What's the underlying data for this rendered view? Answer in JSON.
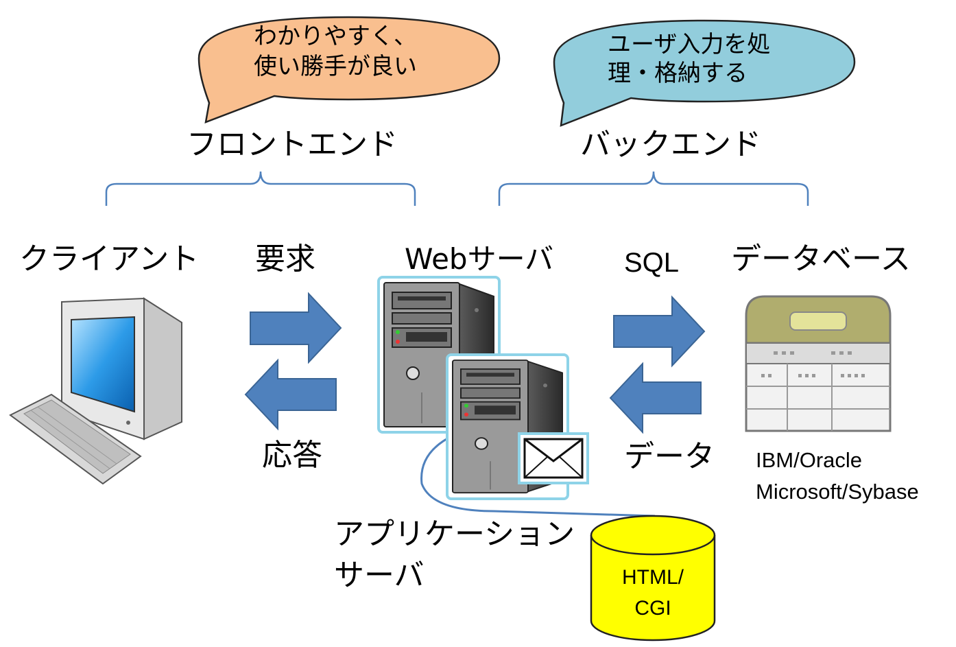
{
  "bubbles": {
    "front": {
      "line1": "わかりやすく、",
      "line2": "使い勝手が良い",
      "fill": "#f9bf8f"
    },
    "back": {
      "line1": "ユーザ入力を処",
      "line2": "理・格納する",
      "fill": "#92cddc"
    }
  },
  "sections": {
    "front": "フロントエンド",
    "back": "バックエンド"
  },
  "nodes": {
    "client": "クライアント",
    "web_server": "Webサーバ",
    "database": "データベース",
    "app_server_line1": "アプリケーション",
    "app_server_line2": "サーバ",
    "db_vendors_line1": "IBM/Oracle",
    "db_vendors_line2": "Microsoft/Sybase",
    "html_cgi_line1": "HTML/",
    "html_cgi_line2": "CGI"
  },
  "arrows": {
    "request": "要求",
    "response": "応答",
    "sql": "SQL",
    "data": "データ",
    "color": "#4f81bd"
  },
  "icons": {
    "client": "desktop-computer-icon",
    "web_server": "tower-server-icon",
    "app_server": "tower-server-icon",
    "mail": "envelope-icon",
    "database": "database-table-icon",
    "storage": "cylinder-storage-icon"
  },
  "colors": {
    "brace": "#4f81bd",
    "cylinder": "#ffff00",
    "connector": "#4f81bd"
  }
}
